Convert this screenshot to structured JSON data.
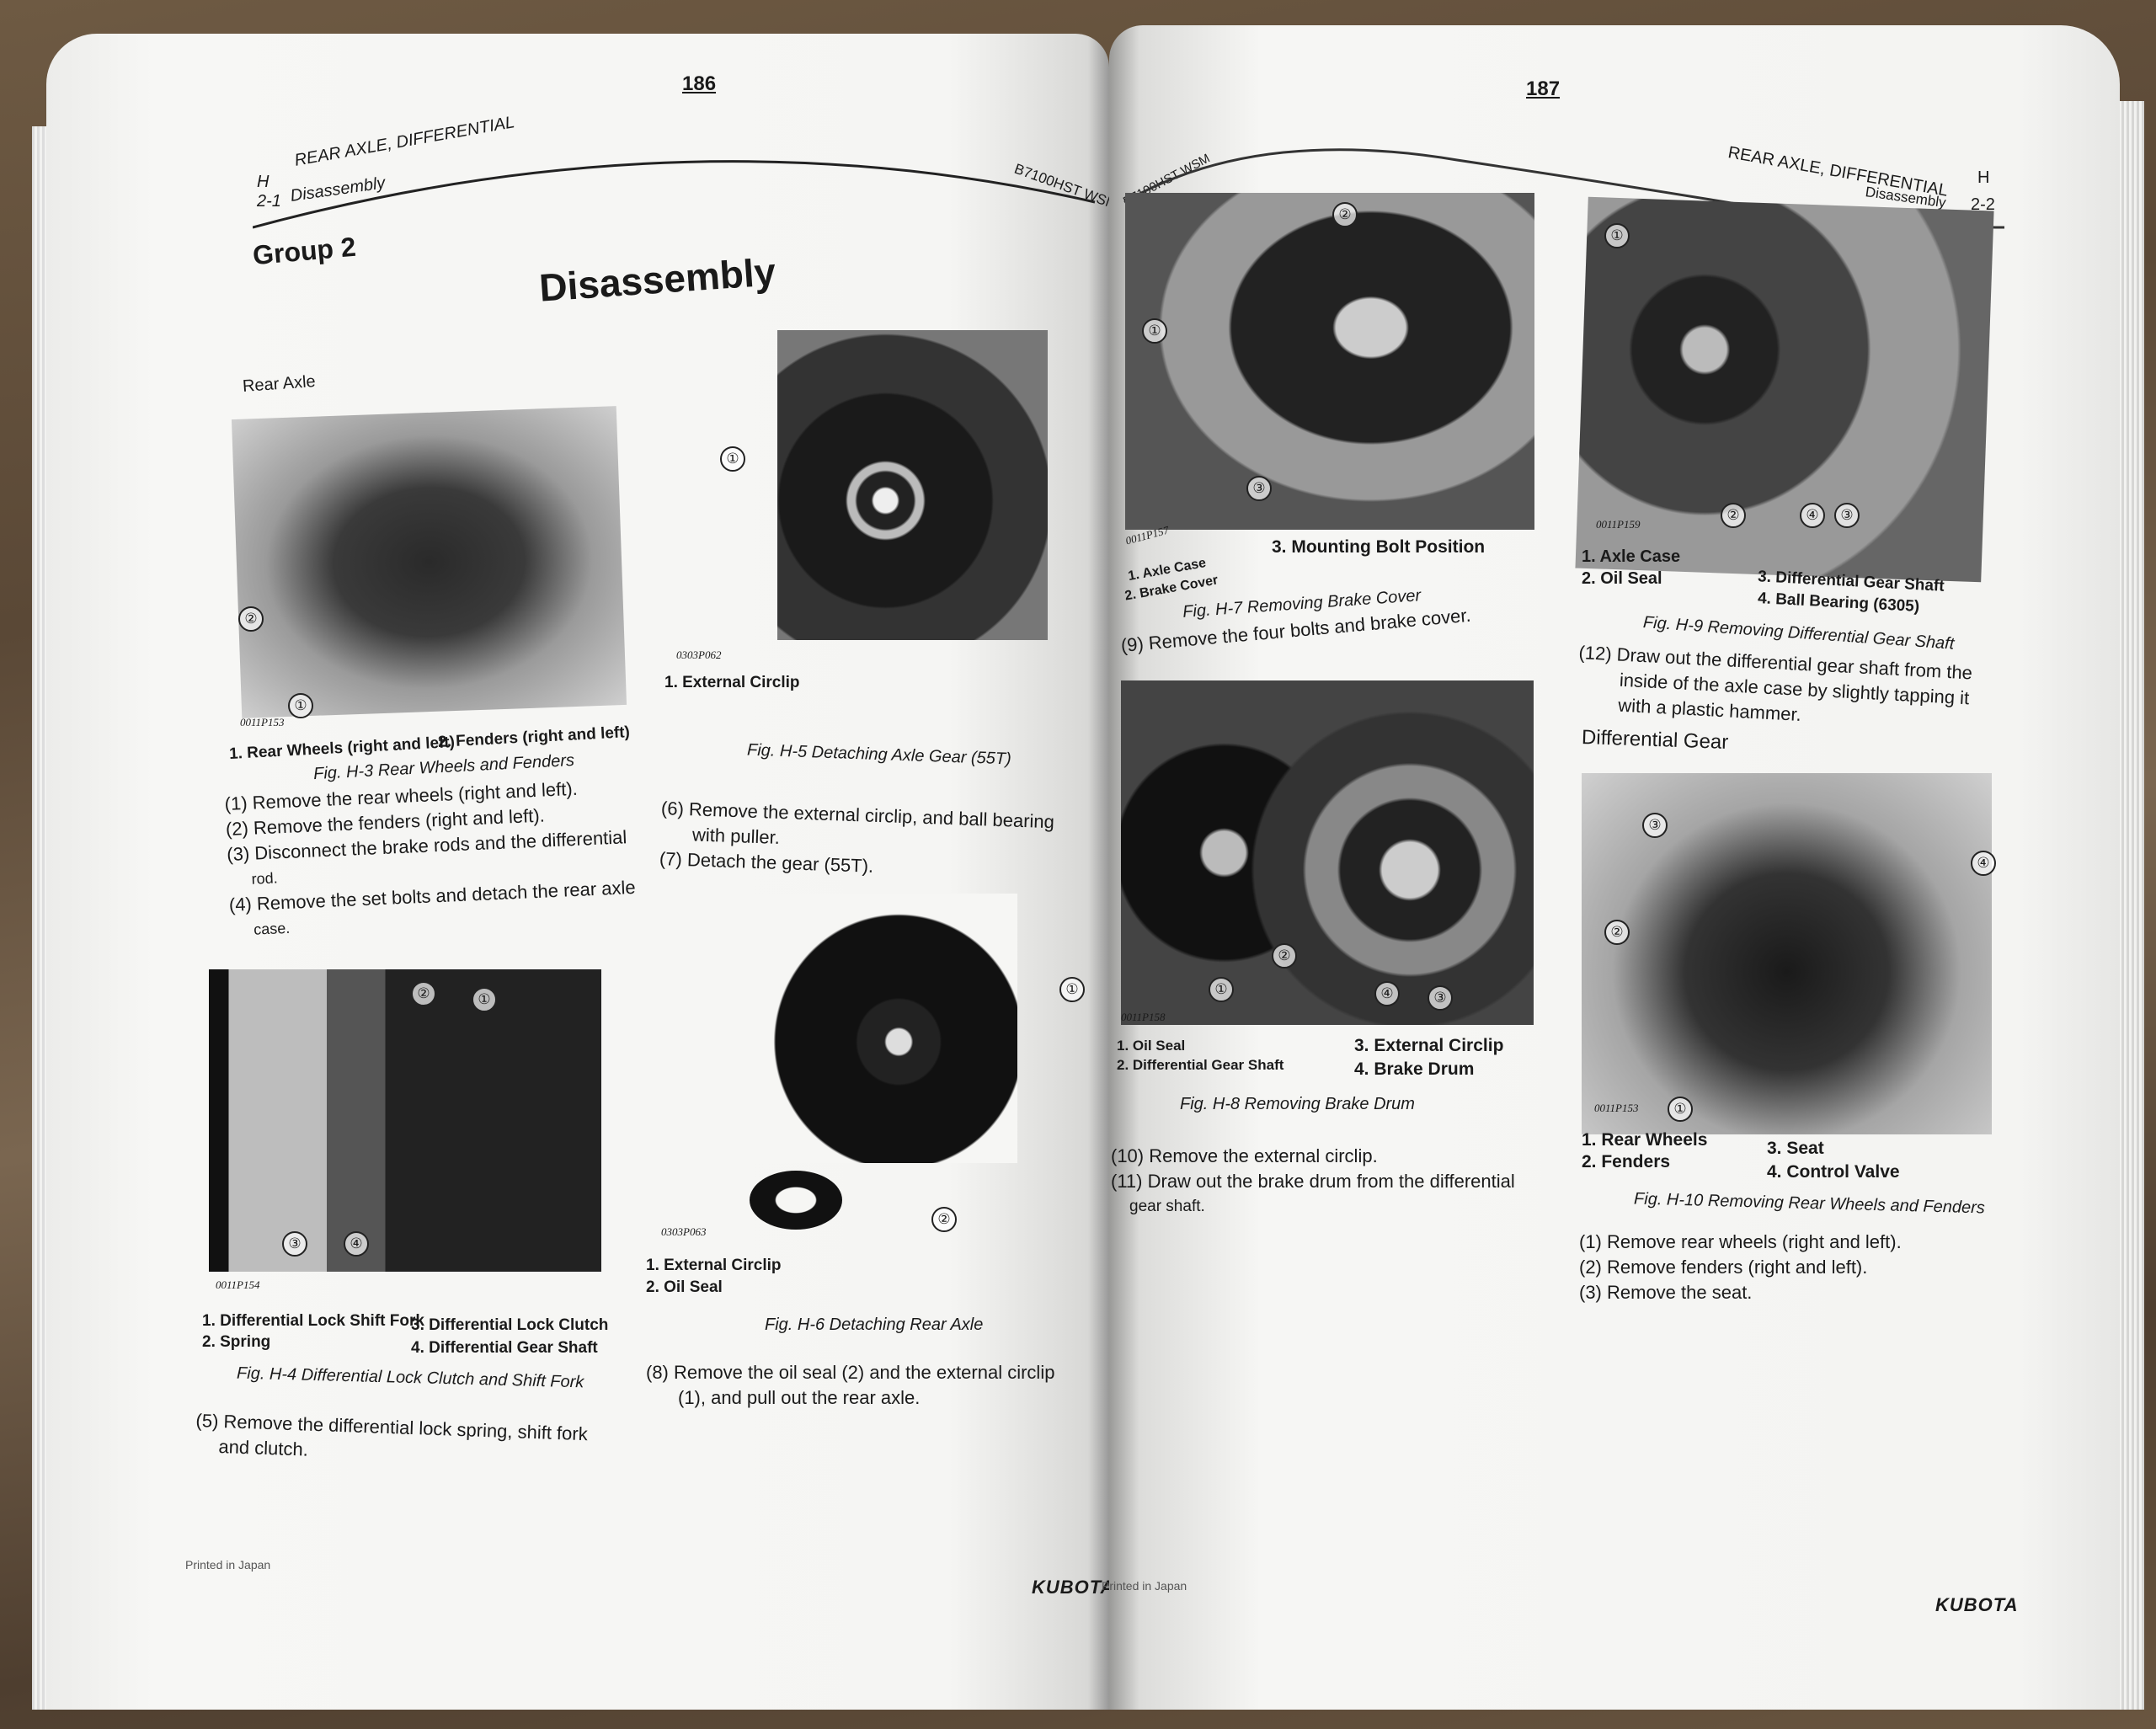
{
  "left_page": {
    "page_number": "186",
    "header": {
      "section_letter": "H",
      "section_title": "REAR AXLE, DIFFERENTIAL",
      "section_number": "2-1",
      "subtitle": "Disassembly",
      "manual": "B7100HST WSM"
    },
    "group": "Group 2",
    "title": "Disassembly",
    "subheading": "Rear Axle",
    "figures": [
      {
        "code": "0011P153",
        "callouts": [
          "①",
          "②"
        ],
        "captions": [
          "1. Rear Wheels (right and left)",
          "2. Fenders (right and left)"
        ],
        "title": "Fig. H-3  Rear Wheels and Fenders"
      },
      {
        "code": "0303P062",
        "callouts": [
          "①"
        ],
        "captions": [
          "1. External Circlip"
        ],
        "title": "Fig. H-5  Detaching Axle Gear (55T)"
      },
      {
        "code": "0011P154",
        "callouts": [
          "①",
          "②",
          "③",
          "④"
        ],
        "captions": [
          "1. Differential Lock Shift Fork",
          "2. Spring",
          "3. Differential Lock Clutch",
          "4. Differential Gear Shaft"
        ],
        "title": "Fig. H-4  Differential Lock Clutch and Shift Fork"
      },
      {
        "code": "0303P063",
        "callouts": [
          "①",
          "②"
        ],
        "captions": [
          "1. External Circlip",
          "2. Oil Seal"
        ],
        "title": "Fig. H-6  Detaching Rear Axle"
      }
    ],
    "steps_a": [
      "(1) Remove the rear wheels (right and left).",
      "(2) Remove the fenders (right and left).",
      "(3) Disconnect the brake rods and the differential",
      "rod.",
      "(4) Remove the set bolts and detach the rear axle",
      "case."
    ],
    "steps_b": [
      "(6) Remove the external circlip, and ball bearing",
      "with puller.",
      "(7) Detach the gear (55T)."
    ],
    "step_5": [
      "(5) Remove the differential lock spring, shift fork",
      "and clutch."
    ],
    "step_8": [
      "(8) Remove the oil seal (2) and the external circlip",
      "(1), and pull out the rear axle."
    ],
    "footer": {
      "printed": "Printed in Japan",
      "brand": "KUBOTA"
    }
  },
  "right_page": {
    "page_number": "187",
    "header": {
      "section_letter": "H",
      "section_title": "REAR AXLE, DIFFERENTIAL",
      "section_number": "2-2",
      "subtitle": "Disassembly",
      "manual": "B7100HST WSM"
    },
    "figures": [
      {
        "code": "0011P157",
        "callouts": [
          "①",
          "②",
          "③"
        ],
        "captions": [
          "1. Axle Case",
          "2. Brake Cover",
          "3. Mounting Bolt Position"
        ],
        "title": "Fig. H-7  Removing Brake Cover"
      },
      {
        "code": "0011P159",
        "callouts": [
          "①",
          "②",
          "③",
          "④"
        ],
        "captions": [
          "1. Axle Case",
          "2. Oil Seal",
          "3. Differential Gear Shaft",
          "4. Ball Bearing (6305)"
        ],
        "title": "Fig. H-9  Removing Differential Gear Shaft"
      },
      {
        "code": "0011P158",
        "callouts": [
          "①",
          "②",
          "③",
          "④"
        ],
        "captions": [
          "1. Oil Seal",
          "2. Differential Gear Shaft",
          "3. External Circlip",
          "4. Brake Drum"
        ],
        "title": "Fig. H-8  Removing Brake Drum"
      },
      {
        "code": "0011P153",
        "callouts": [
          "①",
          "②",
          "③",
          "④"
        ],
        "captions": [
          "1. Rear Wheels",
          "2. Fenders",
          "3. Seat",
          "4. Control Valve"
        ],
        "title": "Fig. H-10  Removing Rear Wheels and Fenders"
      }
    ],
    "step_9": "(9) Remove the four bolts and brake cover.",
    "step_12": [
      "(12) Draw out the differential gear shaft from the",
      "inside of the axle case by slightly tapping it",
      "with a plastic hammer."
    ],
    "subheading": "Differential Gear",
    "steps_10_11": [
      "(10) Remove the external circlip.",
      "(11) Draw out the brake drum from the differential",
      "gear shaft."
    ],
    "steps_final": [
      "(1) Remove rear wheels (right and left).",
      "(2) Remove fenders (right and left).",
      "(3) Remove the seat."
    ],
    "footer": {
      "printed": "Printed in Japan",
      "brand": "KUBOTA"
    }
  }
}
